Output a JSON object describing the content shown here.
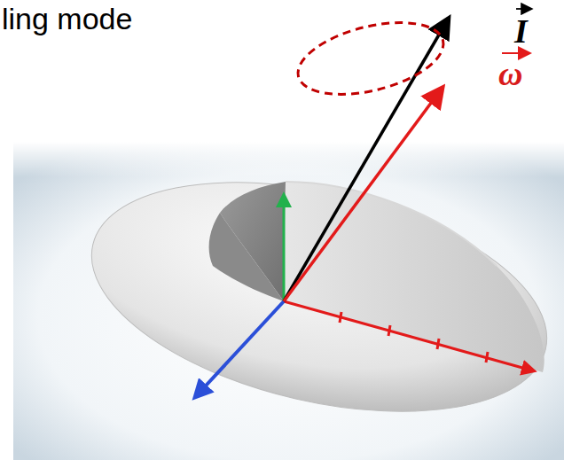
{
  "diagram": {
    "labels": [
      "ling mode",
      "I",
      "ω"
    ]
  }
}
